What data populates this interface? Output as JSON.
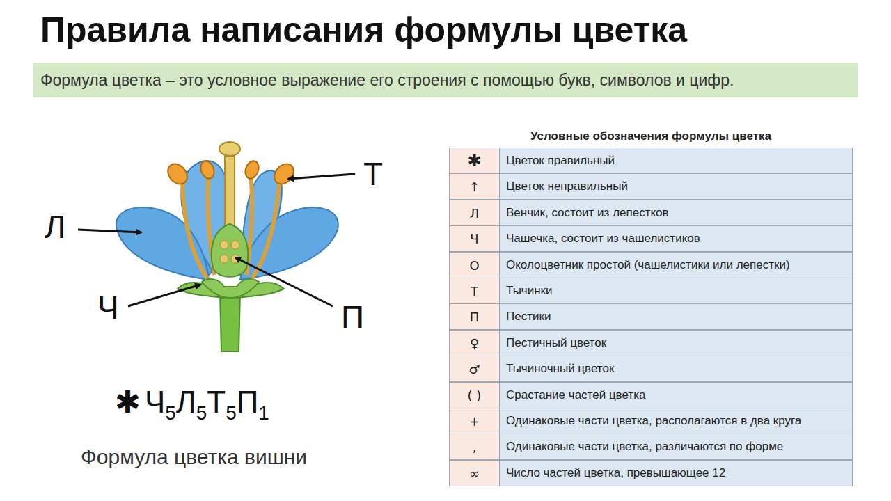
{
  "diagram": {
    "title": "Правила написания формулы цветка",
    "caption": "Формула цветка вишни",
    "nodes": [
      {
        "text": [
          "Формула цветка – это условное выражение его строения с помощью букв, символов и цифр."
        ]
      }
    ],
    "labels": [
      "Л",
      "Ч",
      "Т",
      "П",
      "✱",
      "Ч",
      "5",
      "Л",
      "5",
      "Т",
      "5",
      "П",
      "1",
      "Условные обозначения формулы цветка",
      "✱",
      "Цветок правильный",
      "↑",
      "Цветок неправильный",
      "Л",
      "Венчик, состоит из лепестков",
      "Ч",
      "Чашечка, состоит из чашелистиков",
      "О",
      "Околоцветник простой (чашелистики или лепестки)",
      "Т",
      "Тычинки",
      "П",
      "Пестики",
      "♀",
      "Пестичный цветок",
      "♂",
      "Тычиночный цветок",
      "( )",
      "Срастание частей цветка",
      "+",
      "Одинаковые части цветка, располагаются в два круга",
      ",",
      "Одинаковые части цветка, различаются по форме",
      "∞",
      "Число частей цветка, превышающее 12"
    ]
  }
}
